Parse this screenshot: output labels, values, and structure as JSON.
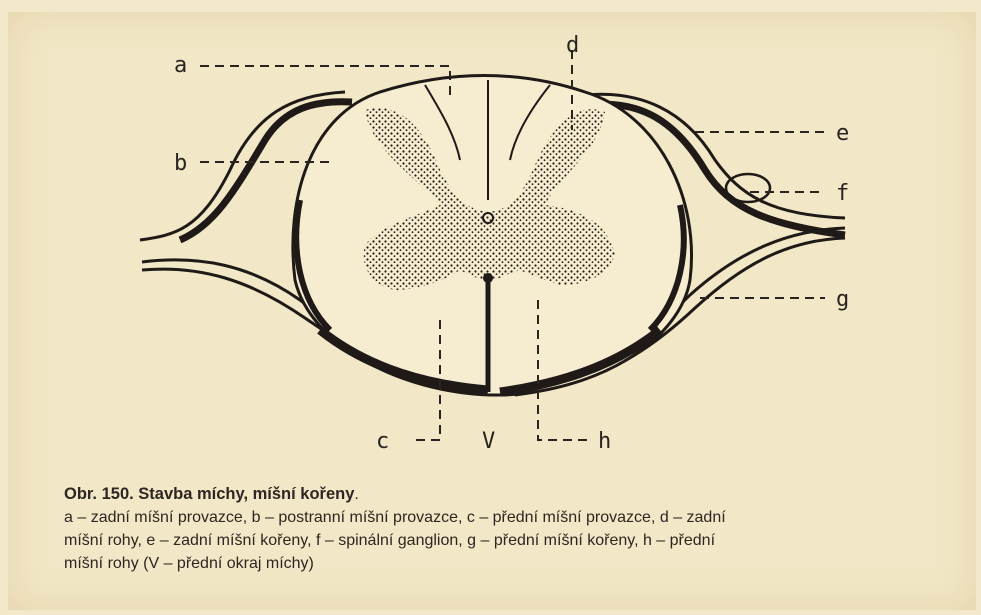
{
  "labels": {
    "a": "a",
    "b": "b",
    "c": "c",
    "d": "d",
    "e": "e",
    "f": "f",
    "g": "g",
    "h": "h",
    "v": "V"
  },
  "caption": {
    "title": "Obr. 150. Stavba míchy, míšní kořeny",
    "title_end": ".",
    "line1": "a – zadní míšní provazce, b – postranní míšní provazce, c – přední míšní provazce, d – zadní",
    "line2": "míšní rohy, e – zadní míšní kořeny, f – spinální ganglion, g – přední míšní kořeny, h – přední",
    "line3": "míšní rohy (V – přední okraj míchy)"
  }
}
